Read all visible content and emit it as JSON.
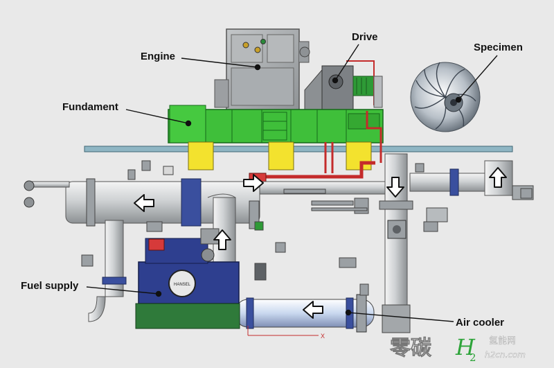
{
  "labels": {
    "engine": "Engine",
    "drive": "Drive",
    "specimen": "Specimen",
    "fundament": "Fundament",
    "fuel_supply": "Fuel supply",
    "air_cooler": "Air cooler"
  },
  "watermark": {
    "main": "零碳",
    "h": "H",
    "sub": "2",
    "side_top": "氢能网",
    "side_bottom": "h2cn.com"
  },
  "plate_text": "HANSEL",
  "axis_letter": "X"
}
